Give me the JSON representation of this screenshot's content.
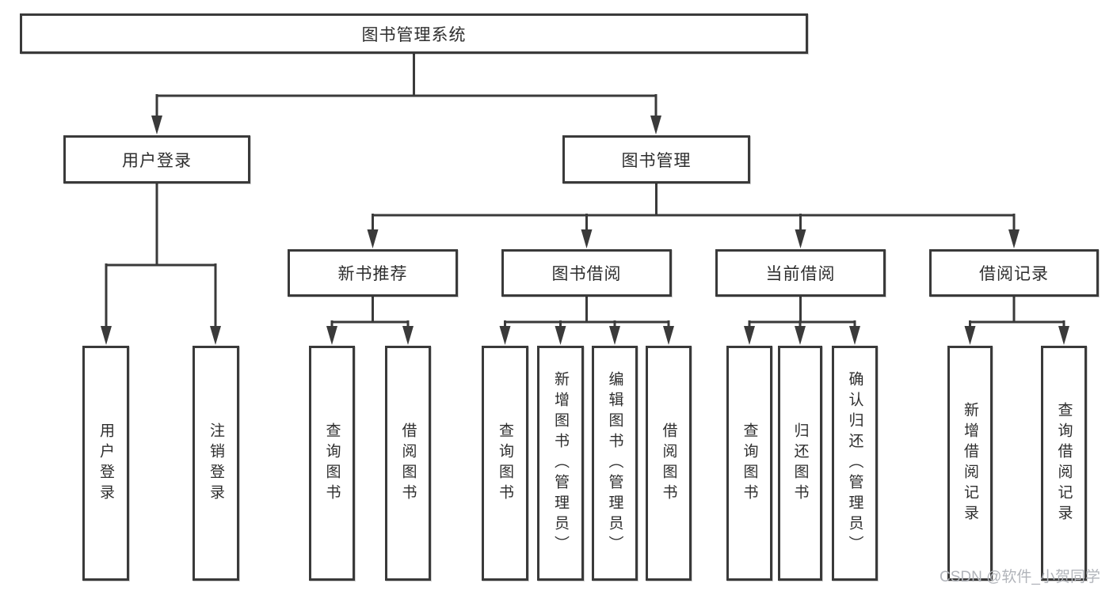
{
  "theme": {
    "background": "#ffffff",
    "box_bg": "#ffffff",
    "box_border_color": "#3a3a3a",
    "line_color": "#3a3a3a",
    "text_color": "#2e2e2e",
    "watermark_color": "#b1b4ba"
  },
  "nodes": {
    "root": {
      "label": "图书管理系统",
      "children": [
        {
          "label": "用户登录",
          "children": [
            {
              "label": "用户登录"
            },
            {
              "label": "注销登录"
            }
          ]
        },
        {
          "label": "图书管理",
          "children": [
            {
              "label": "新书推荐",
              "children": [
                {
                  "label": "查询图书"
                },
                {
                  "label": "借阅图书"
                }
              ]
            },
            {
              "label": "图书借阅",
              "children": [
                {
                  "label": "查询图书"
                },
                {
                  "label": "新增图书（管理员）"
                },
                {
                  "label": "编辑图书（管理员）"
                },
                {
                  "label": "借阅图书"
                }
              ]
            },
            {
              "label": "当前借阅",
              "children": [
                {
                  "label": "查询图书"
                },
                {
                  "label": "归还图书"
                },
                {
                  "label": "确认归还（管理员）"
                }
              ]
            },
            {
              "label": "借阅记录",
              "children": [
                {
                  "label": "新增借阅记录"
                },
                {
                  "label": "查询借阅记录"
                }
              ]
            }
          ]
        }
      ]
    }
  },
  "watermark": {
    "text": "CSDN @软件_小贺同学"
  }
}
